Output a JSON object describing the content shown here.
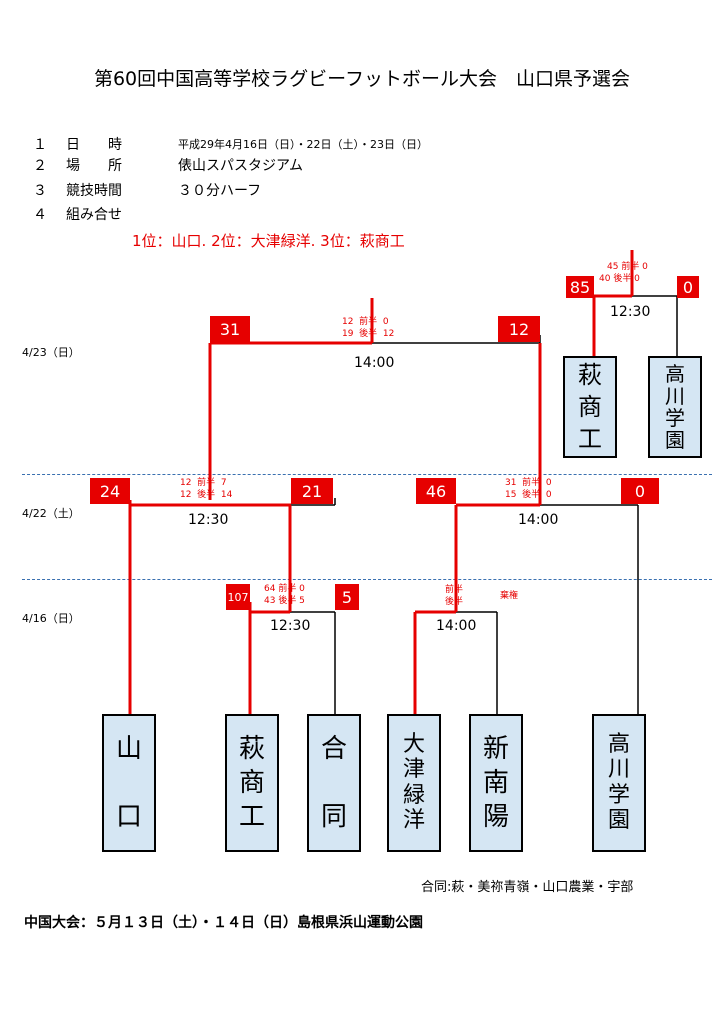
{
  "title": "第60回中国高等学校ラグビーフットボール大会　山口県予選会",
  "info": [
    {
      "num": "１",
      "label": "日　　時",
      "value": "平成29年4月16日（日）・22日（土）・23日（日）"
    },
    {
      "num": "２",
      "label": "場　　所",
      "value": "俵山スパスタジアム"
    },
    {
      "num": "３",
      "label": "競技時間",
      "value": "３０分ハーフ"
    },
    {
      "num": "４",
      "label": "組み合せ",
      "value": ""
    }
  ],
  "result": "1位：山口. 2位：大津緑洋. 3位：萩商工",
  "dates": {
    "d23": "4/23（日）",
    "d22": "4/22（土）",
    "d16": "4/16（日）"
  },
  "colors": {
    "win_line": "#e60000",
    "score_bg": "#e60000",
    "team_bg": "#d5e6f3",
    "dash": "#3a70b0"
  },
  "teams": {
    "yamaguchi": [
      "山",
      "口"
    ],
    "hagi1": [
      "萩",
      "商",
      "工"
    ],
    "godo": [
      "合",
      "同"
    ],
    "otsu": [
      "大",
      "津",
      "緑",
      "洋"
    ],
    "shinnan": [
      "新",
      "南",
      "陽"
    ],
    "takagawa1": [
      "高",
      "川",
      "学",
      "園"
    ],
    "hagi2": [
      "萩",
      "商",
      "工"
    ],
    "takagawa2": [
      "高",
      "川",
      "学",
      "園"
    ]
  },
  "matches": {
    "r1a": {
      "left_score": "107",
      "right_score": "5",
      "half1": "64 前半 0",
      "half2": "43 後半 5",
      "time": "12:30"
    },
    "r1b": {
      "half1": "前半",
      "half2": "後半",
      "note": "棄権",
      "time": "14:00"
    },
    "sfa": {
      "left_score": "24",
      "right_score": "21",
      "half1": "12  前半  7",
      "half2": "12  後半  14",
      "time": "12:30"
    },
    "sfb": {
      "left_score": "46",
      "right_score": "0",
      "half1": "31  前半  0",
      "half2": "15  後半  0",
      "time": "14:00"
    },
    "final": {
      "left_score": "31",
      "right_score": "12",
      "half1": "12  前半  0",
      "half2": "19  後半  12",
      "time": "14:00"
    },
    "third": {
      "left_score": "85",
      "right_score": "0",
      "half1": "45 前半 0",
      "half2": "40 後半 0",
      "time": "12:30"
    }
  },
  "godo_note": "合同:萩・美祢青嶺・山口農業・宇部",
  "chugoku": "中国大会：５月１３日（土）・１４日（日）島根県浜山運動公園"
}
